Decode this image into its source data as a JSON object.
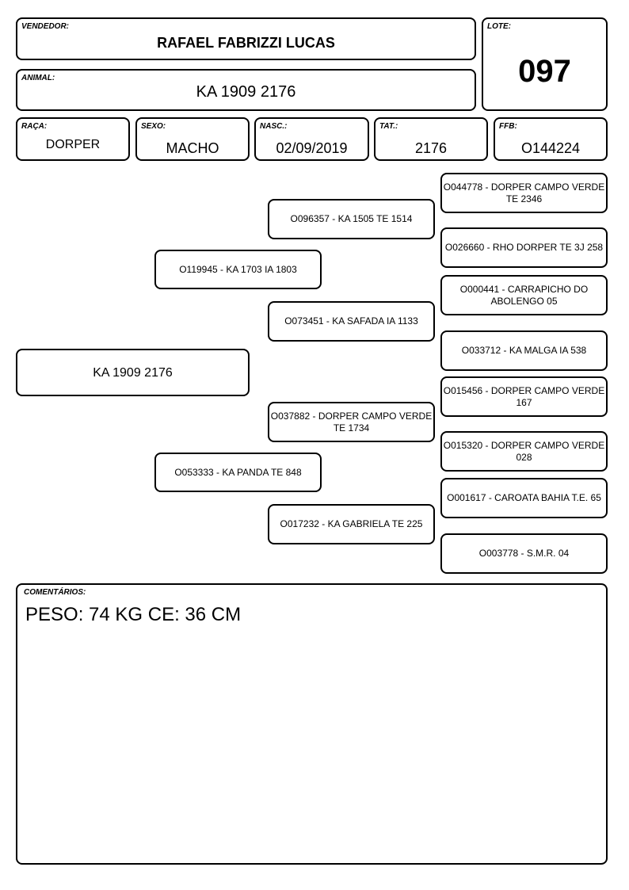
{
  "header": {
    "vendedor": {
      "label": "VENDEDOR:",
      "value": "RAFAEL FABRIZZI LUCAS"
    },
    "lote": {
      "label": "LOTE:",
      "value": "097"
    },
    "animal": {
      "label": "ANIMAL:",
      "value": "KA 1909 2176"
    }
  },
  "details": {
    "raca": {
      "label": "RAÇA:",
      "value": "DORPER"
    },
    "sexo": {
      "label": "SEXO:",
      "value": "MACHO"
    },
    "nasc": {
      "label": "NASC.:",
      "value": "02/09/2019"
    },
    "tat": {
      "label": "TAT.:",
      "value": "2176"
    },
    "ffb": {
      "label": "FFB:",
      "value": "O144224"
    }
  },
  "pedigree": {
    "animal": "KA 1909 2176",
    "sire": "O119945 - KA 1703 IA 1803",
    "dam": "O053333 - KA PANDA TE 848",
    "sire_sire": "O096357 - KA 1505 TE 1514",
    "sire_dam": "O073451 - KA SAFADA IA 1133",
    "dam_sire": "O037882 - DORPER CAMPO VERDE TE 1734",
    "dam_dam": "O017232 - KA GABRIELA TE 225",
    "great_grandparents": [
      "O044778 - DORPER CAMPO VERDE TE 2346",
      "O026660 - RHO DORPER TE 3J 258",
      "O000441 - CARRAPICHO DO ABOLENGO 05",
      "O033712 - KA MALGA IA 538",
      "O015456 - DORPER CAMPO VERDE 167",
      "O015320 - DORPER CAMPO VERDE 028",
      "O001617 - CAROATA BAHIA T.E. 65",
      "O003778 - S.M.R. 04"
    ]
  },
  "comments": {
    "label": "COMENTÁRIOS:",
    "text": "PESO: 74 KG CE: 36 CM"
  }
}
